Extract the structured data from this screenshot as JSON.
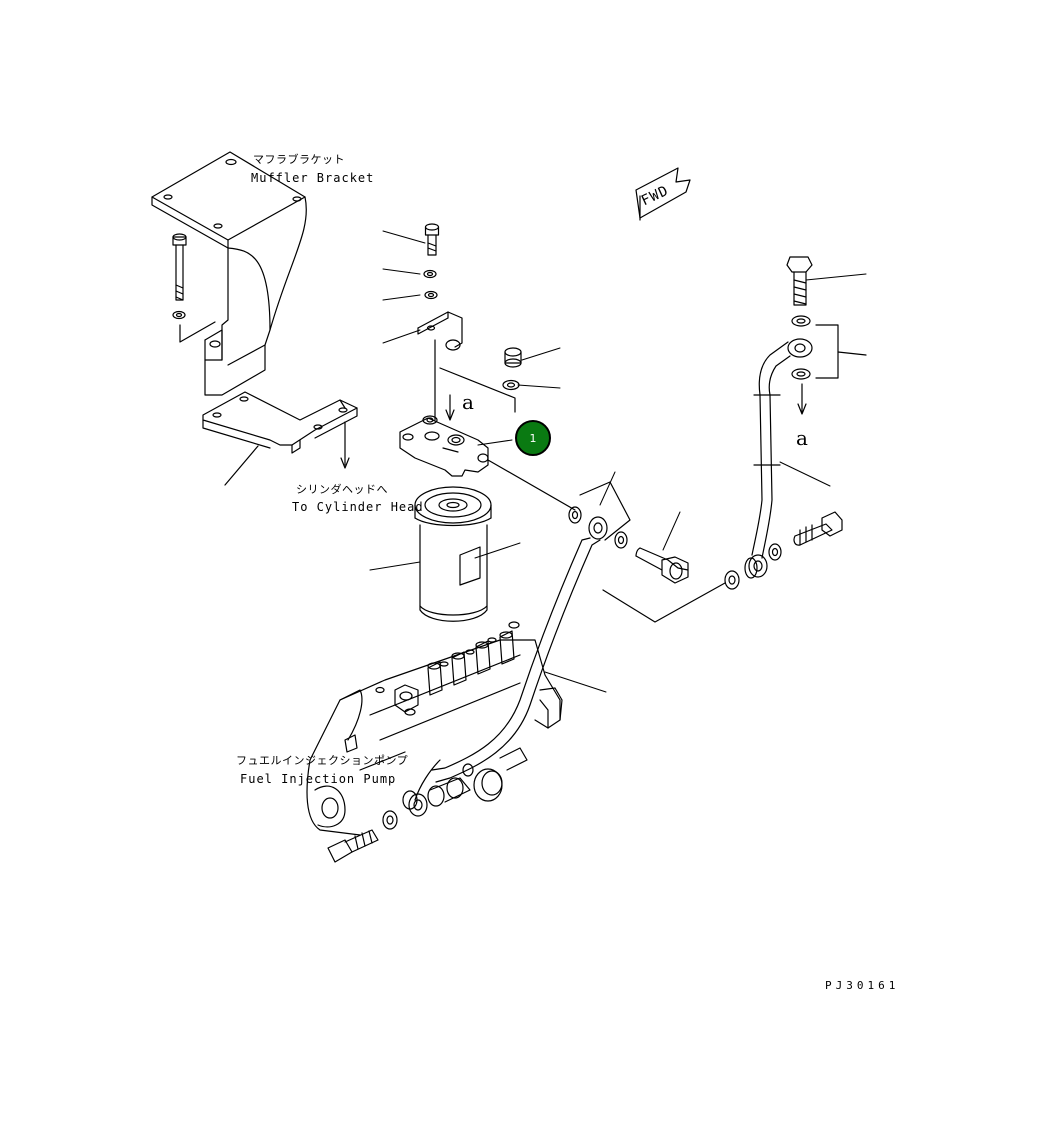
{
  "labels": {
    "muffler_bracket_jp": "マフラブラケット",
    "muffler_bracket_en": "Muffler Bracket",
    "cylinder_head_jp": "シリンダヘッドへ",
    "cylinder_head_en": "To Cylinder Head",
    "fuel_pump_jp": "フュエルインジェクションポンプ",
    "fuel_pump_en": "Fuel Injection Pump",
    "fwd": "FWD",
    "ref_a_left": "a",
    "ref_a_right": "a"
  },
  "callouts": [
    {
      "number": "1",
      "color": "#0a7a12"
    }
  ],
  "drawing_code": "PJ30161"
}
